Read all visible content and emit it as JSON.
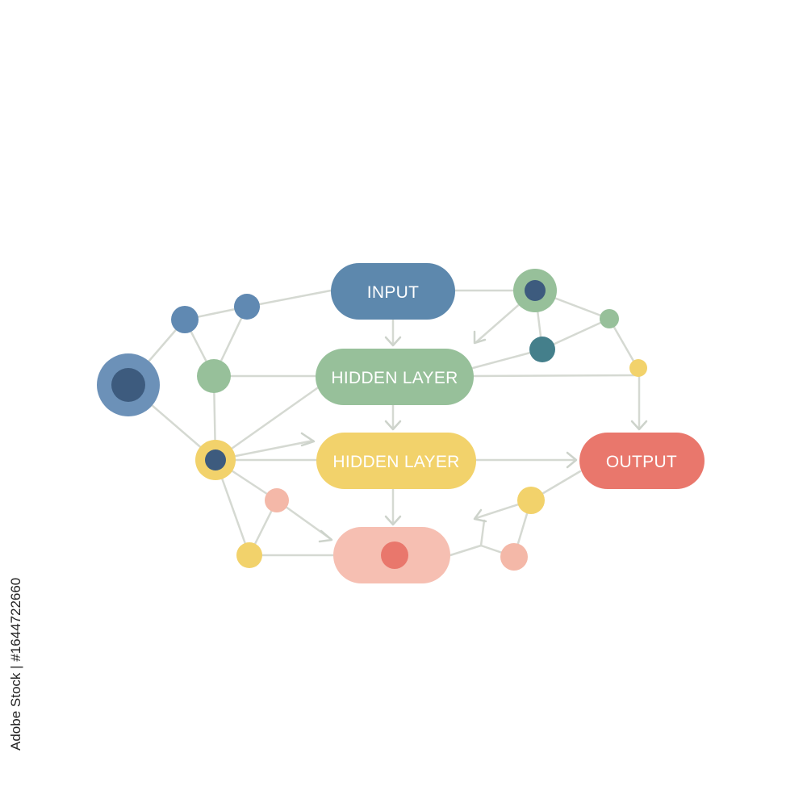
{
  "diagram": {
    "nodes": {
      "input": {
        "label": "INPUT",
        "color": "#5d88ad"
      },
      "hidden_1": {
        "label": "HIDDEN LAYER",
        "color": "#97c09a"
      },
      "hidden_2": {
        "label": "HIDDEN LAYER",
        "color": "#f2d26b"
      },
      "output": {
        "label": "OUTPUT",
        "color": "#e9776c"
      },
      "bottom": {
        "label": "",
        "color": "#f6bfb2"
      }
    },
    "palette": {
      "blue": "#5d88ad",
      "navy": "#3d5b7e",
      "teal": "#447f8b",
      "green": "#97c09a",
      "yellow": "#f2d26b",
      "red": "#e9776c",
      "peach": "#f6bfb2",
      "edge": "#d5d9d2"
    }
  },
  "watermark": {
    "stock_id": "Adobe Stock | #1644722660"
  }
}
